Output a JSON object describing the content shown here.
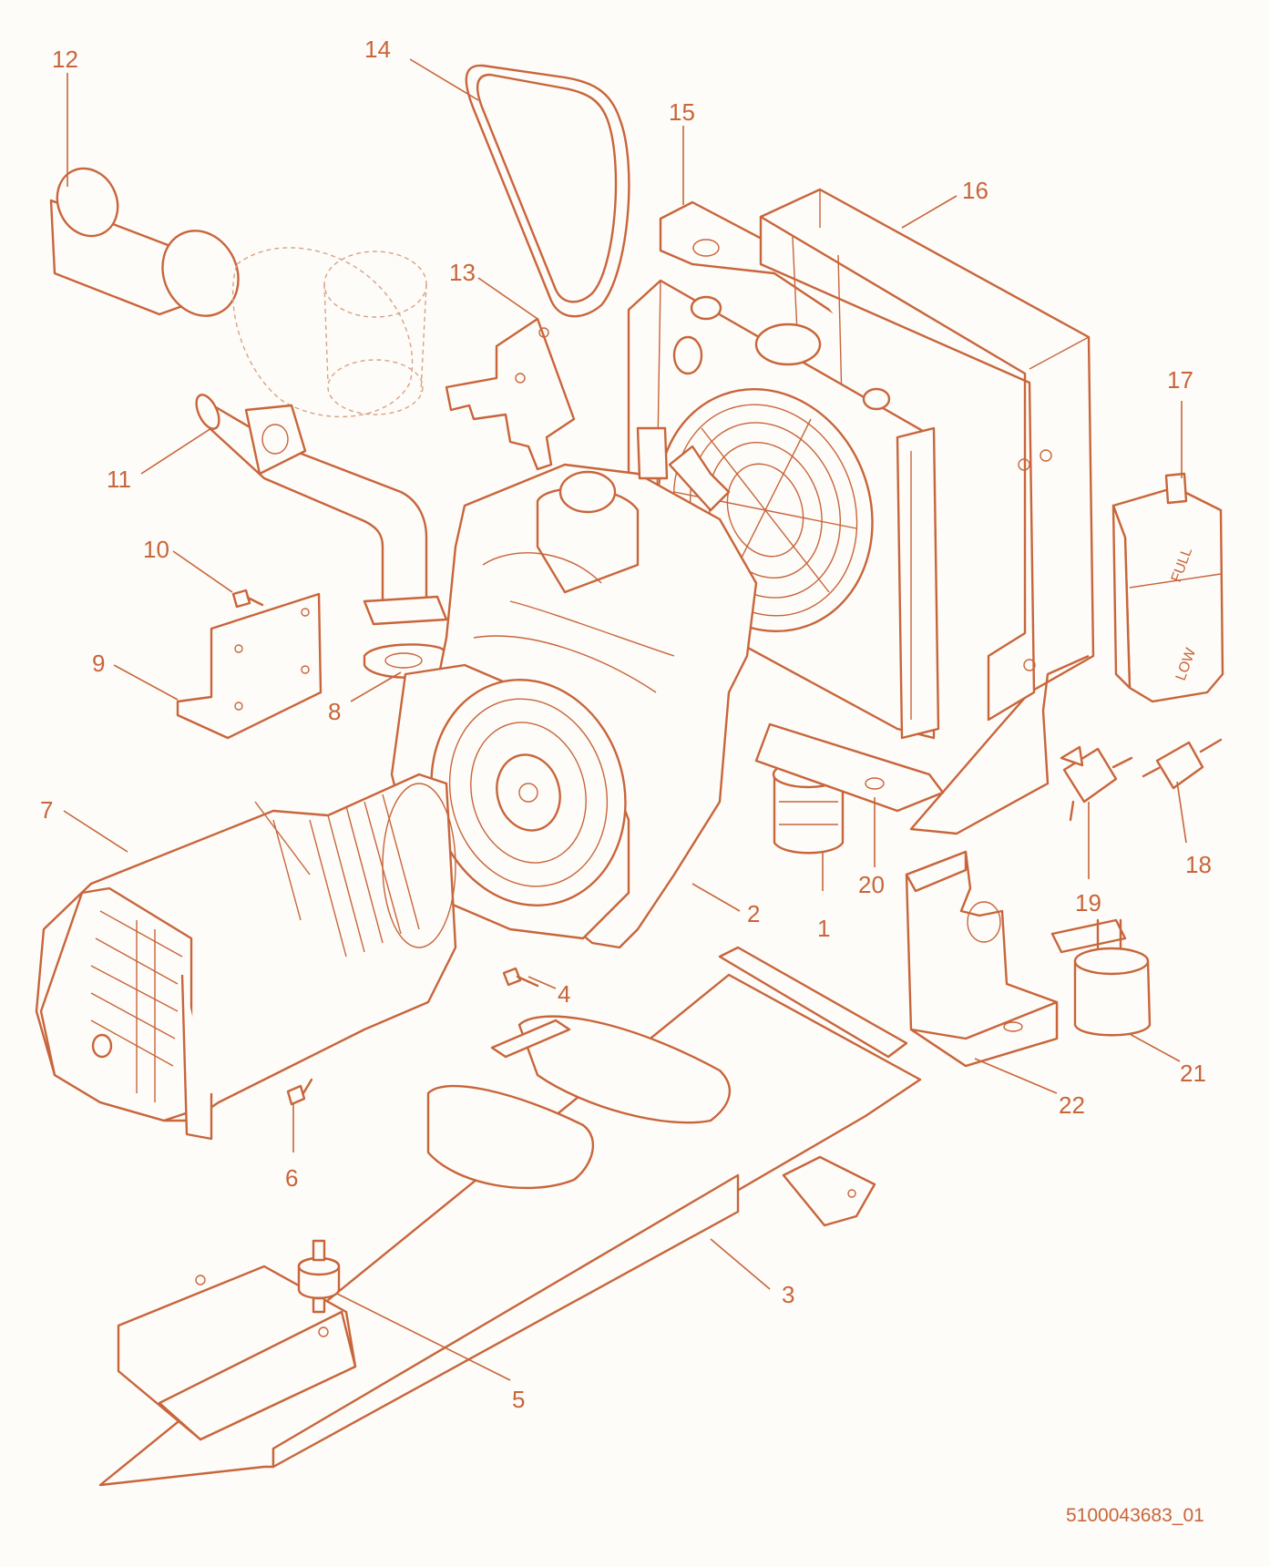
{
  "diagram": {
    "callouts": {
      "c1": "1",
      "c2": "2",
      "c3": "3",
      "c4": "4",
      "c5": "5",
      "c6": "6",
      "c7": "7",
      "c8": "8",
      "c9": "9",
      "c10": "10",
      "c11": "11",
      "c12": "12",
      "c13": "13",
      "c14": "14",
      "c15": "15",
      "c16": "16",
      "c17": "17",
      "c18": "18",
      "c19": "19",
      "c20": "20",
      "c21": "21",
      "c22": "22"
    },
    "tank_marks": {
      "full": "FULL",
      "low": "LOW"
    },
    "document_id": "5100043683_01",
    "colors": {
      "line": "#c8653b",
      "ghost": "#d9a285",
      "background": "#fdfcf8"
    }
  }
}
